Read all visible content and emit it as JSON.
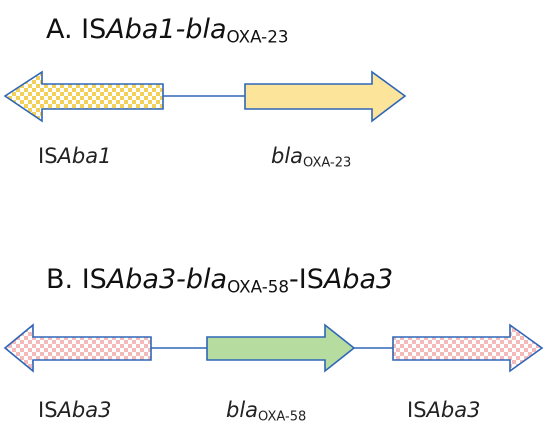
{
  "panel_a": {
    "title_prefix": "A. IS",
    "title_it1": "Aba1-bla",
    "title_sub1": "OXA-23",
    "label_is_prefix": "IS",
    "label_is_it": "Aba1",
    "label_bla_it": "bla",
    "label_bla_sub": "OXA-23"
  },
  "panel_b": {
    "title_prefix": "B. IS",
    "title_it1": "Aba3-bla",
    "title_sub1": "OXA-58",
    "title_mid": "-IS",
    "title_it2": "Aba3",
    "label_left_prefix": "IS",
    "label_left_it": "Aba3",
    "label_bla_it": "bla",
    "label_bla_sub": "OXA-58",
    "label_right_prefix": "IS",
    "label_right_it": "Aba3"
  },
  "colors": {
    "isaba1_fill": "#f7df7a",
    "bla_oxa23_fill": "#fce49b",
    "isaba3_fill": "#f4b9b9",
    "bla_oxa58_fill": "#b6dca0",
    "arrow_stroke": "#2f66b8",
    "connector": "#2f66b8"
  }
}
